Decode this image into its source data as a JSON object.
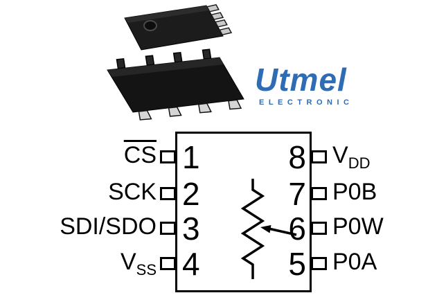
{
  "logo": {
    "name": "Utmel",
    "subtitle": "ELECTRONIC"
  },
  "illustration": {
    "description": "two black 8-pin MSOP IC packages, top and perspective views"
  },
  "pinout": {
    "internal_symbol": "potentiometer",
    "left_pins": [
      {
        "number": "1",
        "label": "CS",
        "sub": "",
        "overline": true
      },
      {
        "number": "2",
        "label": "SCK",
        "sub": "",
        "overline": false
      },
      {
        "number": "3",
        "label": "SDI/SDO",
        "sub": "",
        "overline": false
      },
      {
        "number": "4",
        "label": "V",
        "sub": "SS",
        "overline": false
      }
    ],
    "right_pins": [
      {
        "number": "8",
        "label": "V",
        "sub": "DD",
        "overline": false
      },
      {
        "number": "7",
        "label": "P0B",
        "sub": "",
        "overline": false
      },
      {
        "number": "6",
        "label": "P0W",
        "sub": "",
        "overline": false
      },
      {
        "number": "5",
        "label": "P0A",
        "sub": "",
        "overline": false
      }
    ]
  },
  "colors": {
    "logo_blue": "#2e6db4",
    "ink": "#000000",
    "chip_black": "#1a1a1a"
  }
}
